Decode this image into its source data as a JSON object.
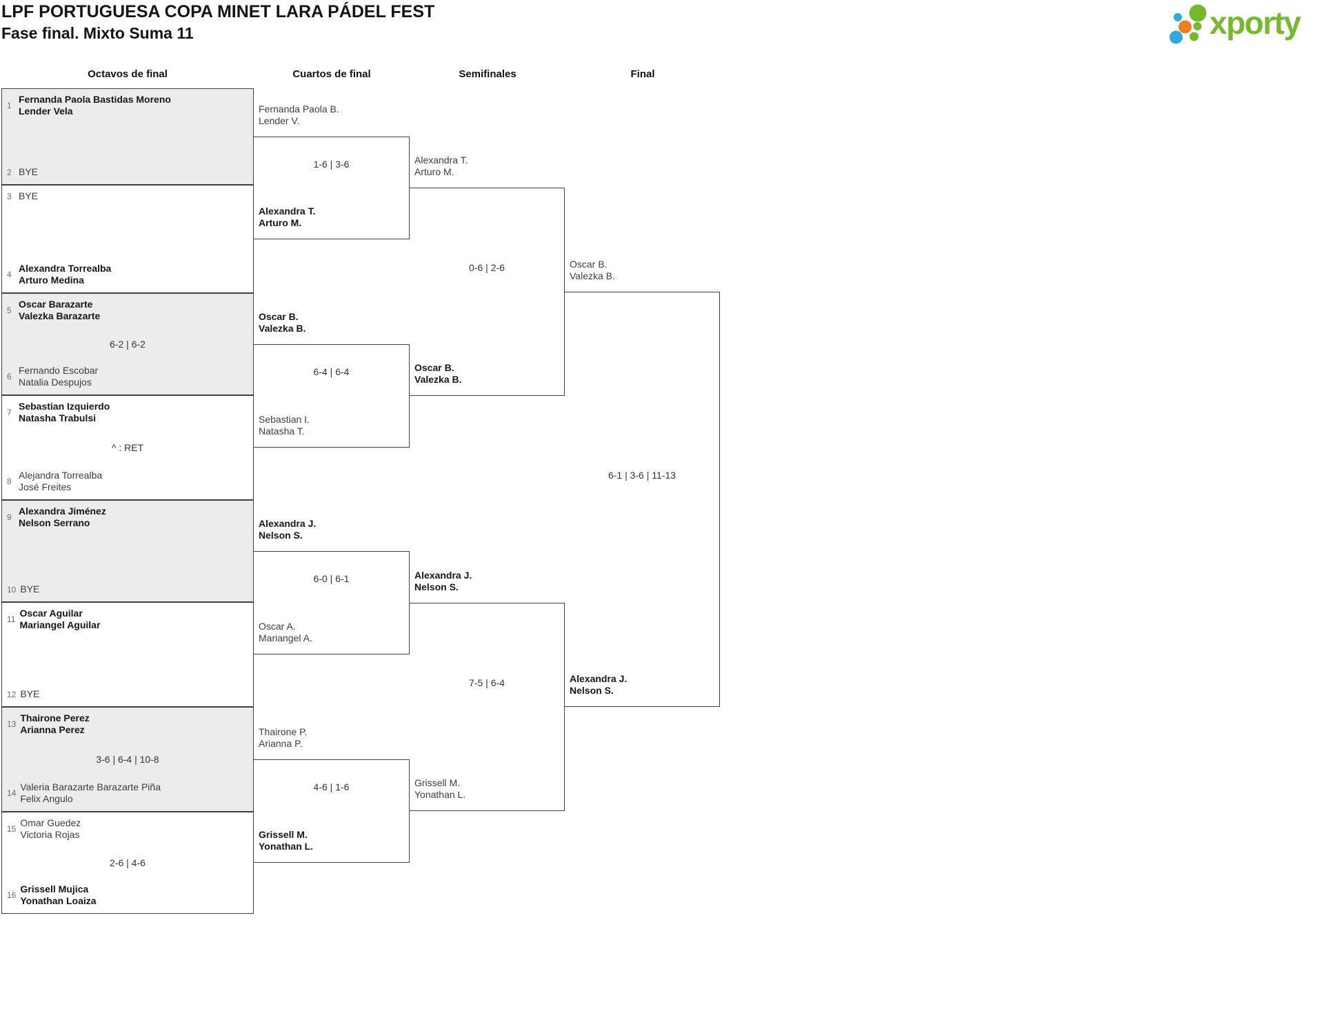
{
  "header": {
    "title": "LPF PORTUGUESA COPA MINET LARA PÁDEL FEST",
    "subtitle": "Fase final. Mixto Suma 11"
  },
  "logo": {
    "brand": "xporty"
  },
  "colors": {
    "logo_green": "#76B82E",
    "logo_blue": "#2BA9E0",
    "logo_orange": "#E8821E",
    "shaded_box": "#ececec",
    "bracket_line": "#3f3f3f"
  },
  "round_headers": [
    "Octavos de final",
    "Cuartos de final",
    "Semifinales",
    "Final"
  ],
  "bracket": {
    "octavos": [
      {
        "seed_top": "1",
        "team_top": [
          "Fernanda Paola Bastidas Moreno",
          "Lender Vela"
        ],
        "seed_bottom": "2",
        "team_bottom": [
          "BYE"
        ],
        "score": "",
        "winner": "top"
      },
      {
        "seed_top": "3",
        "team_top": [
          "BYE"
        ],
        "seed_bottom": "4",
        "team_bottom": [
          "Alexandra Torrealba",
          "Arturo Medina"
        ],
        "score": "",
        "winner": "bottom"
      },
      {
        "seed_top": "5",
        "team_top": [
          "Oscar Barazarte",
          "Valezka Barazarte"
        ],
        "seed_bottom": "6",
        "team_bottom": [
          "Fernando Escobar",
          "Natalia Despujos"
        ],
        "score": "6-2 | 6-2",
        "winner": "top"
      },
      {
        "seed_top": "7",
        "team_top": [
          "Sebastian Izquierdo",
          "Natasha Trabulsi"
        ],
        "seed_bottom": "8",
        "team_bottom": [
          "Alejandra Torrealba",
          "José Freites"
        ],
        "score": "^ : RET",
        "winner": "top"
      },
      {
        "seed_top": "9",
        "team_top": [
          "Alexandra Jiménez",
          "Nelson Serrano"
        ],
        "seed_bottom": "10",
        "team_bottom": [
          "BYE"
        ],
        "score": "",
        "winner": "top"
      },
      {
        "seed_top": "11",
        "team_top": [
          "Oscar Aguilar",
          "Mariangel Aguilar"
        ],
        "seed_bottom": "12",
        "team_bottom": [
          "BYE"
        ],
        "score": "",
        "winner": "top"
      },
      {
        "seed_top": "13",
        "team_top": [
          "Thairone Perez",
          "Arianna Perez"
        ],
        "seed_bottom": "14",
        "team_bottom": [
          "Valeria Barazarte Barazarte Piña",
          "Felix Angulo"
        ],
        "score": "3-6 | 6-4 | 10-8",
        "winner": "top"
      },
      {
        "seed_top": "15",
        "team_top": [
          "Omar Guedez",
          "Victoria Rojas"
        ],
        "seed_bottom": "16",
        "team_bottom": [
          "Grissell Mujica",
          "Yonathan Loaiza"
        ],
        "score": "2-6 | 4-6",
        "winner": "bottom"
      }
    ],
    "cuartos": [
      {
        "team_top": [
          "Fernanda Paola B.",
          "Lender V."
        ],
        "team_bottom": [
          "Alexandra T.",
          "Arturo M."
        ],
        "score": "1-6 | 3-6",
        "winner": "bottom"
      },
      {
        "team_top": [
          "Oscar B.",
          "Valezka B."
        ],
        "team_bottom": [
          "Sebastian I.",
          "Natasha T."
        ],
        "score": "6-4 | 6-4",
        "winner": "top"
      },
      {
        "team_top": [
          "Alexandra J.",
          "Nelson S."
        ],
        "team_bottom": [
          "Oscar A.",
          "Mariangel A."
        ],
        "score": "6-0 | 6-1",
        "winner": "top"
      },
      {
        "team_top": [
          "Thairone P.",
          "Arianna P."
        ],
        "team_bottom": [
          "Grissell M.",
          "Yonathan L."
        ],
        "score": "4-6 | 1-6",
        "winner": "bottom"
      }
    ],
    "semifinales": [
      {
        "team_top": [
          "Alexandra T.",
          "Arturo M."
        ],
        "team_bottom": [
          "Oscar B.",
          "Valezka B."
        ],
        "score": "0-6 | 2-6",
        "winner": "bottom"
      },
      {
        "team_top": [
          "Alexandra J.",
          "Nelson S."
        ],
        "team_bottom": [
          "Grissell M.",
          "Yonathan L."
        ],
        "score": "7-5 | 6-4",
        "winner": "top"
      }
    ],
    "final": [
      {
        "team_top": [
          "Oscar B.",
          "Valezka B."
        ],
        "team_bottom": [
          "Alexandra J.",
          "Nelson S."
        ],
        "score": "6-1 | 3-6 | 11-13",
        "winner": "bottom"
      }
    ]
  }
}
